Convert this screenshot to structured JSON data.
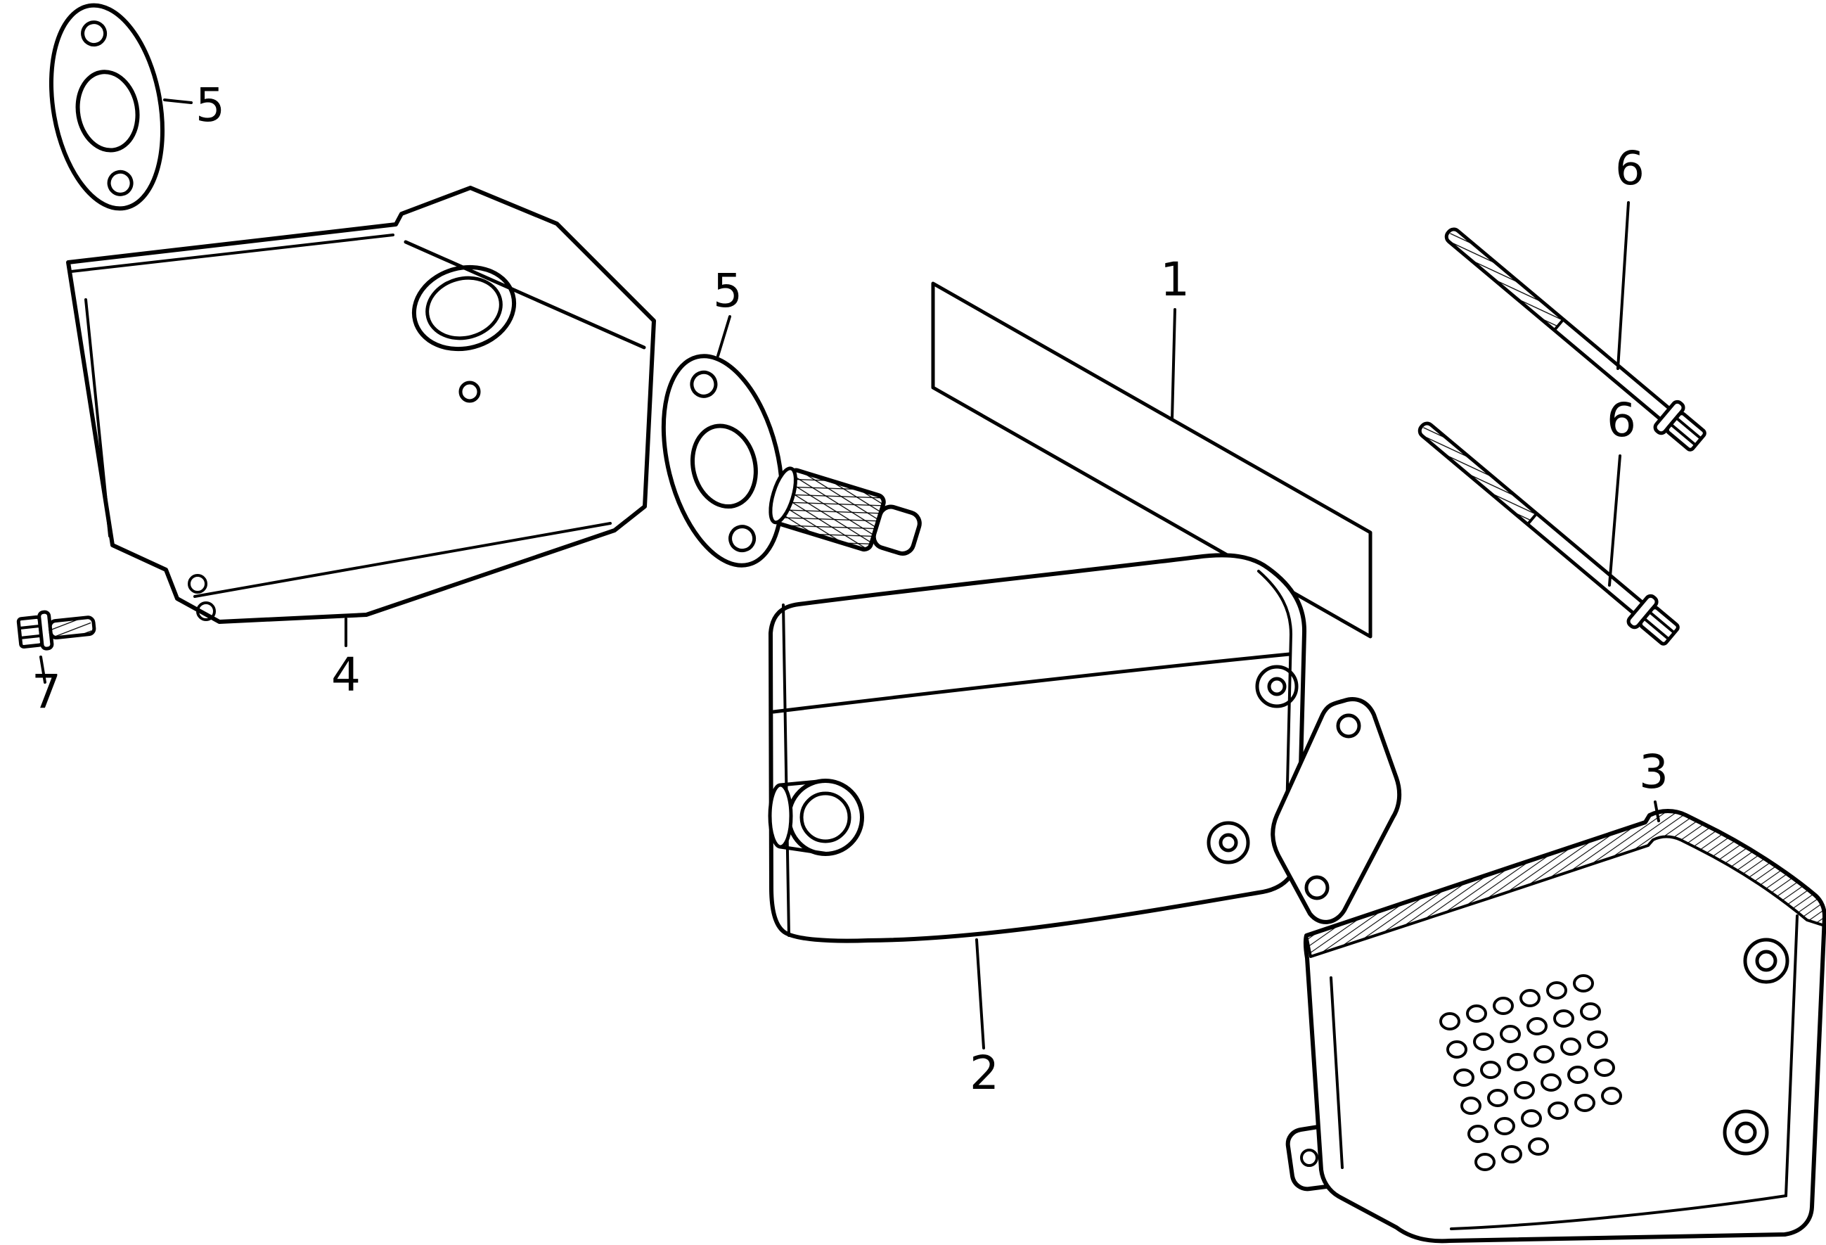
{
  "diagram": {
    "background_color": "#ffffff",
    "line_color": "#000000",
    "callouts": {
      "c1": "1",
      "c2": "2",
      "c3": "3",
      "c4": "4",
      "c5a": "5",
      "c5b": "5",
      "c6a": "6",
      "c6b": "6",
      "c7": "7"
    }
  }
}
